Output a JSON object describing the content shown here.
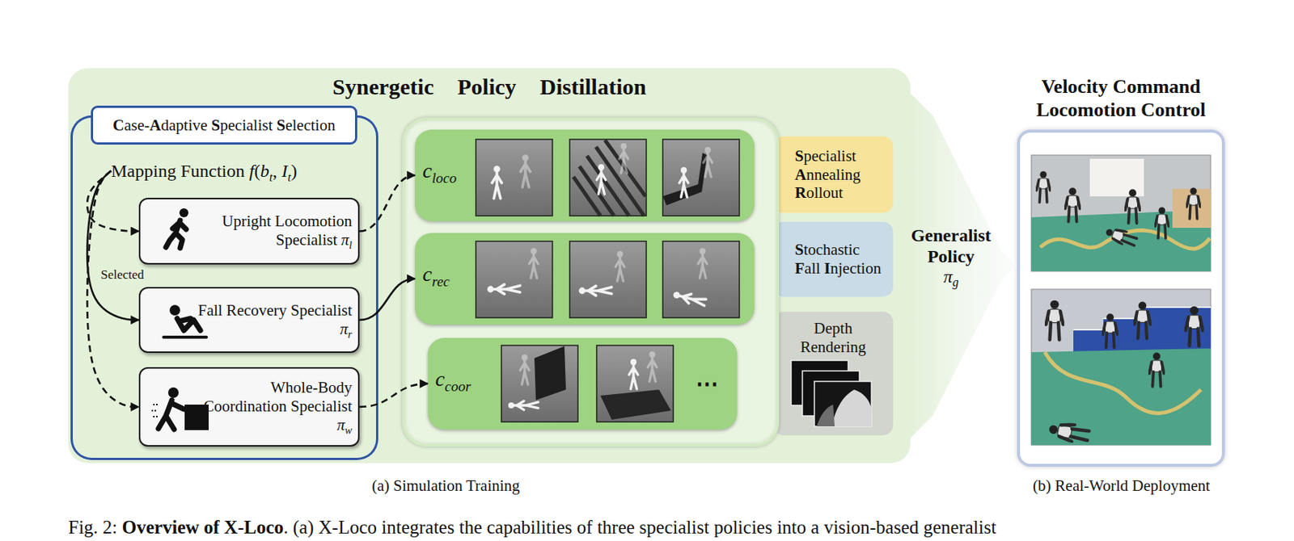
{
  "diagram": {
    "caption": "Fig. 2: Overview of X-Loco. (a) X-Loco integrates the capabilities of three specialist policies into a vision-based generalist",
    "nodes": [
      {
        "text": [
          "Synergetic Policy Distillation"
        ]
      },
      {
        "text": [
          "Case-Adaptive Specialist Selection"
        ],
        "in": 0
      },
      {
        "text": [
          "Mapping Function f(bt, It)"
        ],
        "in": 1
      },
      {
        "text": [
          "Upright Locomotion Specialist πl"
        ],
        "in": 1
      },
      {
        "text": [
          "Fall Recovery Specialist πr"
        ],
        "in": 1
      },
      {
        "text": [
          "Whole-Body Coordination Specialist πw"
        ],
        "in": 1
      },
      {
        "text": [
          "cloco"
        ],
        "in": 0
      },
      {
        "text": [
          "crec"
        ],
        "in": 0
      },
      {
        "text": [
          "ccoor"
        ],
        "in": 0
      },
      {
        "text": [
          "Specialist Annealing Rollout"
        ],
        "in": 0
      },
      {
        "text": [
          "Stochastic Fall Injection"
        ],
        "in": 0
      },
      {
        "text": [
          "Depth Rendering"
        ],
        "in": 0
      },
      {
        "text": [
          "Velocity Command Locomotion Control"
        ]
      }
    ],
    "edges": [
      {
        "from": 2,
        "to": 3,
        "arrow": "to"
      },
      {
        "from": 2,
        "to": 4,
        "arrow": "to",
        "label": "Selected"
      },
      {
        "from": 2,
        "to": 5,
        "arrow": "to"
      },
      {
        "from": 3,
        "to": 6,
        "arrow": "to"
      },
      {
        "from": 4,
        "to": 7,
        "arrow": "to"
      },
      {
        "from": 5,
        "to": 8,
        "arrow": "to"
      },
      {
        "from": 0,
        "to": 12,
        "arrow": "to",
        "label": "Generalist Policy πg"
      }
    ],
    "labels": [
      "⋯",
      "(a) Simulation Training",
      "(b) Real-World Deployment"
    ]
  }
}
